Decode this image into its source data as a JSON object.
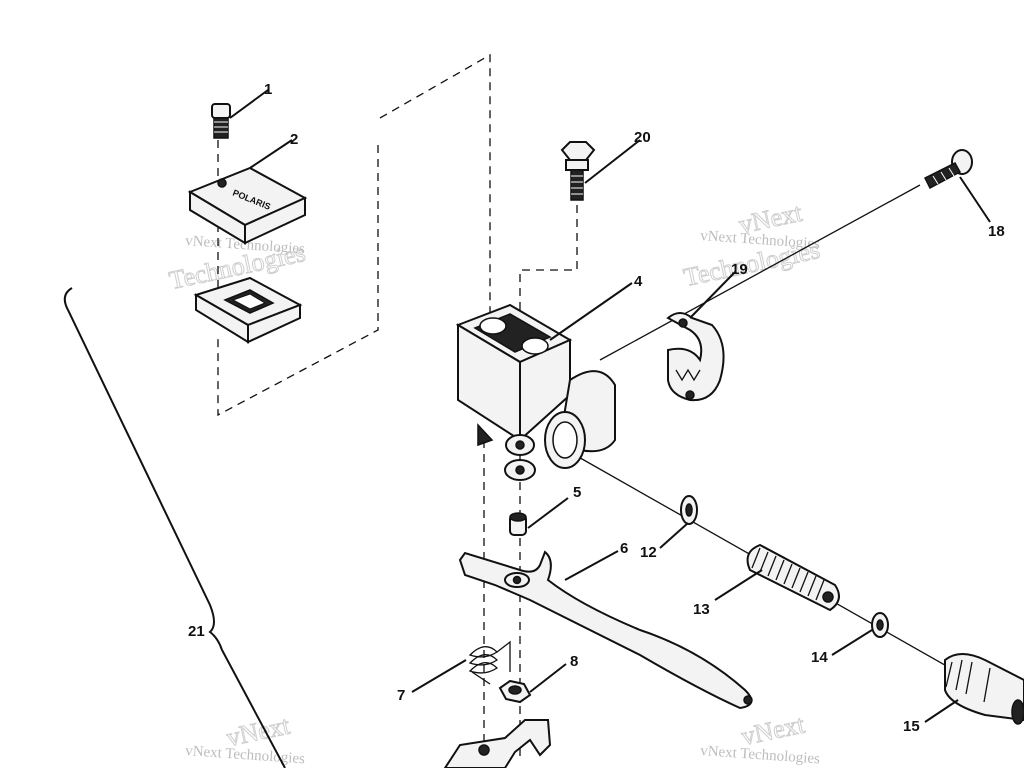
{
  "diagram": {
    "callouts": [
      {
        "id": "1",
        "label": "1"
      },
      {
        "id": "2",
        "label": "2"
      },
      {
        "id": "4",
        "label": "4"
      },
      {
        "id": "5",
        "label": "5"
      },
      {
        "id": "6",
        "label": "6"
      },
      {
        "id": "7",
        "label": "7"
      },
      {
        "id": "8",
        "label": "8"
      },
      {
        "id": "12",
        "label": "12"
      },
      {
        "id": "13",
        "label": "13"
      },
      {
        "id": "14",
        "label": "14"
      },
      {
        "id": "15",
        "label": "15"
      },
      {
        "id": "18",
        "label": "18"
      },
      {
        "id": "19",
        "label": "19"
      },
      {
        "id": "20",
        "label": "20"
      },
      {
        "id": "21",
        "label": "21"
      }
    ],
    "cover_text": "POLARIS"
  },
  "watermark": {
    "line1": "vNext",
    "line2": "Technologies",
    "small": "vNext Technologies"
  }
}
